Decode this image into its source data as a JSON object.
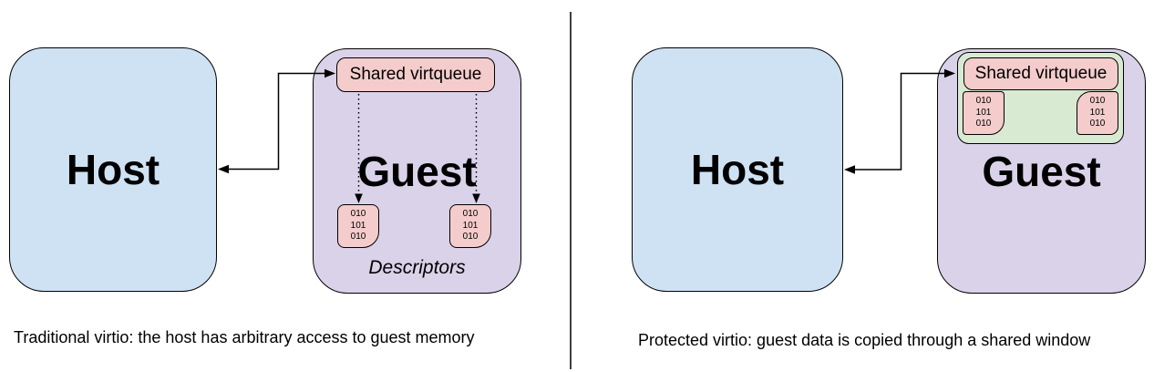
{
  "colors": {
    "host_fill": "#cfe2f3",
    "guest_fill": "#d9d2e9",
    "virtqueue_fill": "#f4cccc",
    "shared_window_fill": "#d9ead3",
    "outline": "#000000",
    "divider": "#3f3f3f",
    "background": "#ffffff"
  },
  "panels": {
    "traditional": {
      "host_label": "Host",
      "guest_label": "Guest",
      "virtqueue_label": "Shared virtqueue",
      "descriptors_label": "Descriptors",
      "descriptor_bits": [
        "010",
        "101",
        "010"
      ],
      "caption": "Traditional virtio: the host has arbitrary access to guest memory"
    },
    "protected": {
      "host_label": "Host",
      "guest_label": "Guest",
      "virtqueue_label": "Shared virtqueue",
      "descriptor_bits": [
        "010",
        "101",
        "010"
      ],
      "caption": "Protected virtio: guest data is copied through a shared window"
    }
  }
}
